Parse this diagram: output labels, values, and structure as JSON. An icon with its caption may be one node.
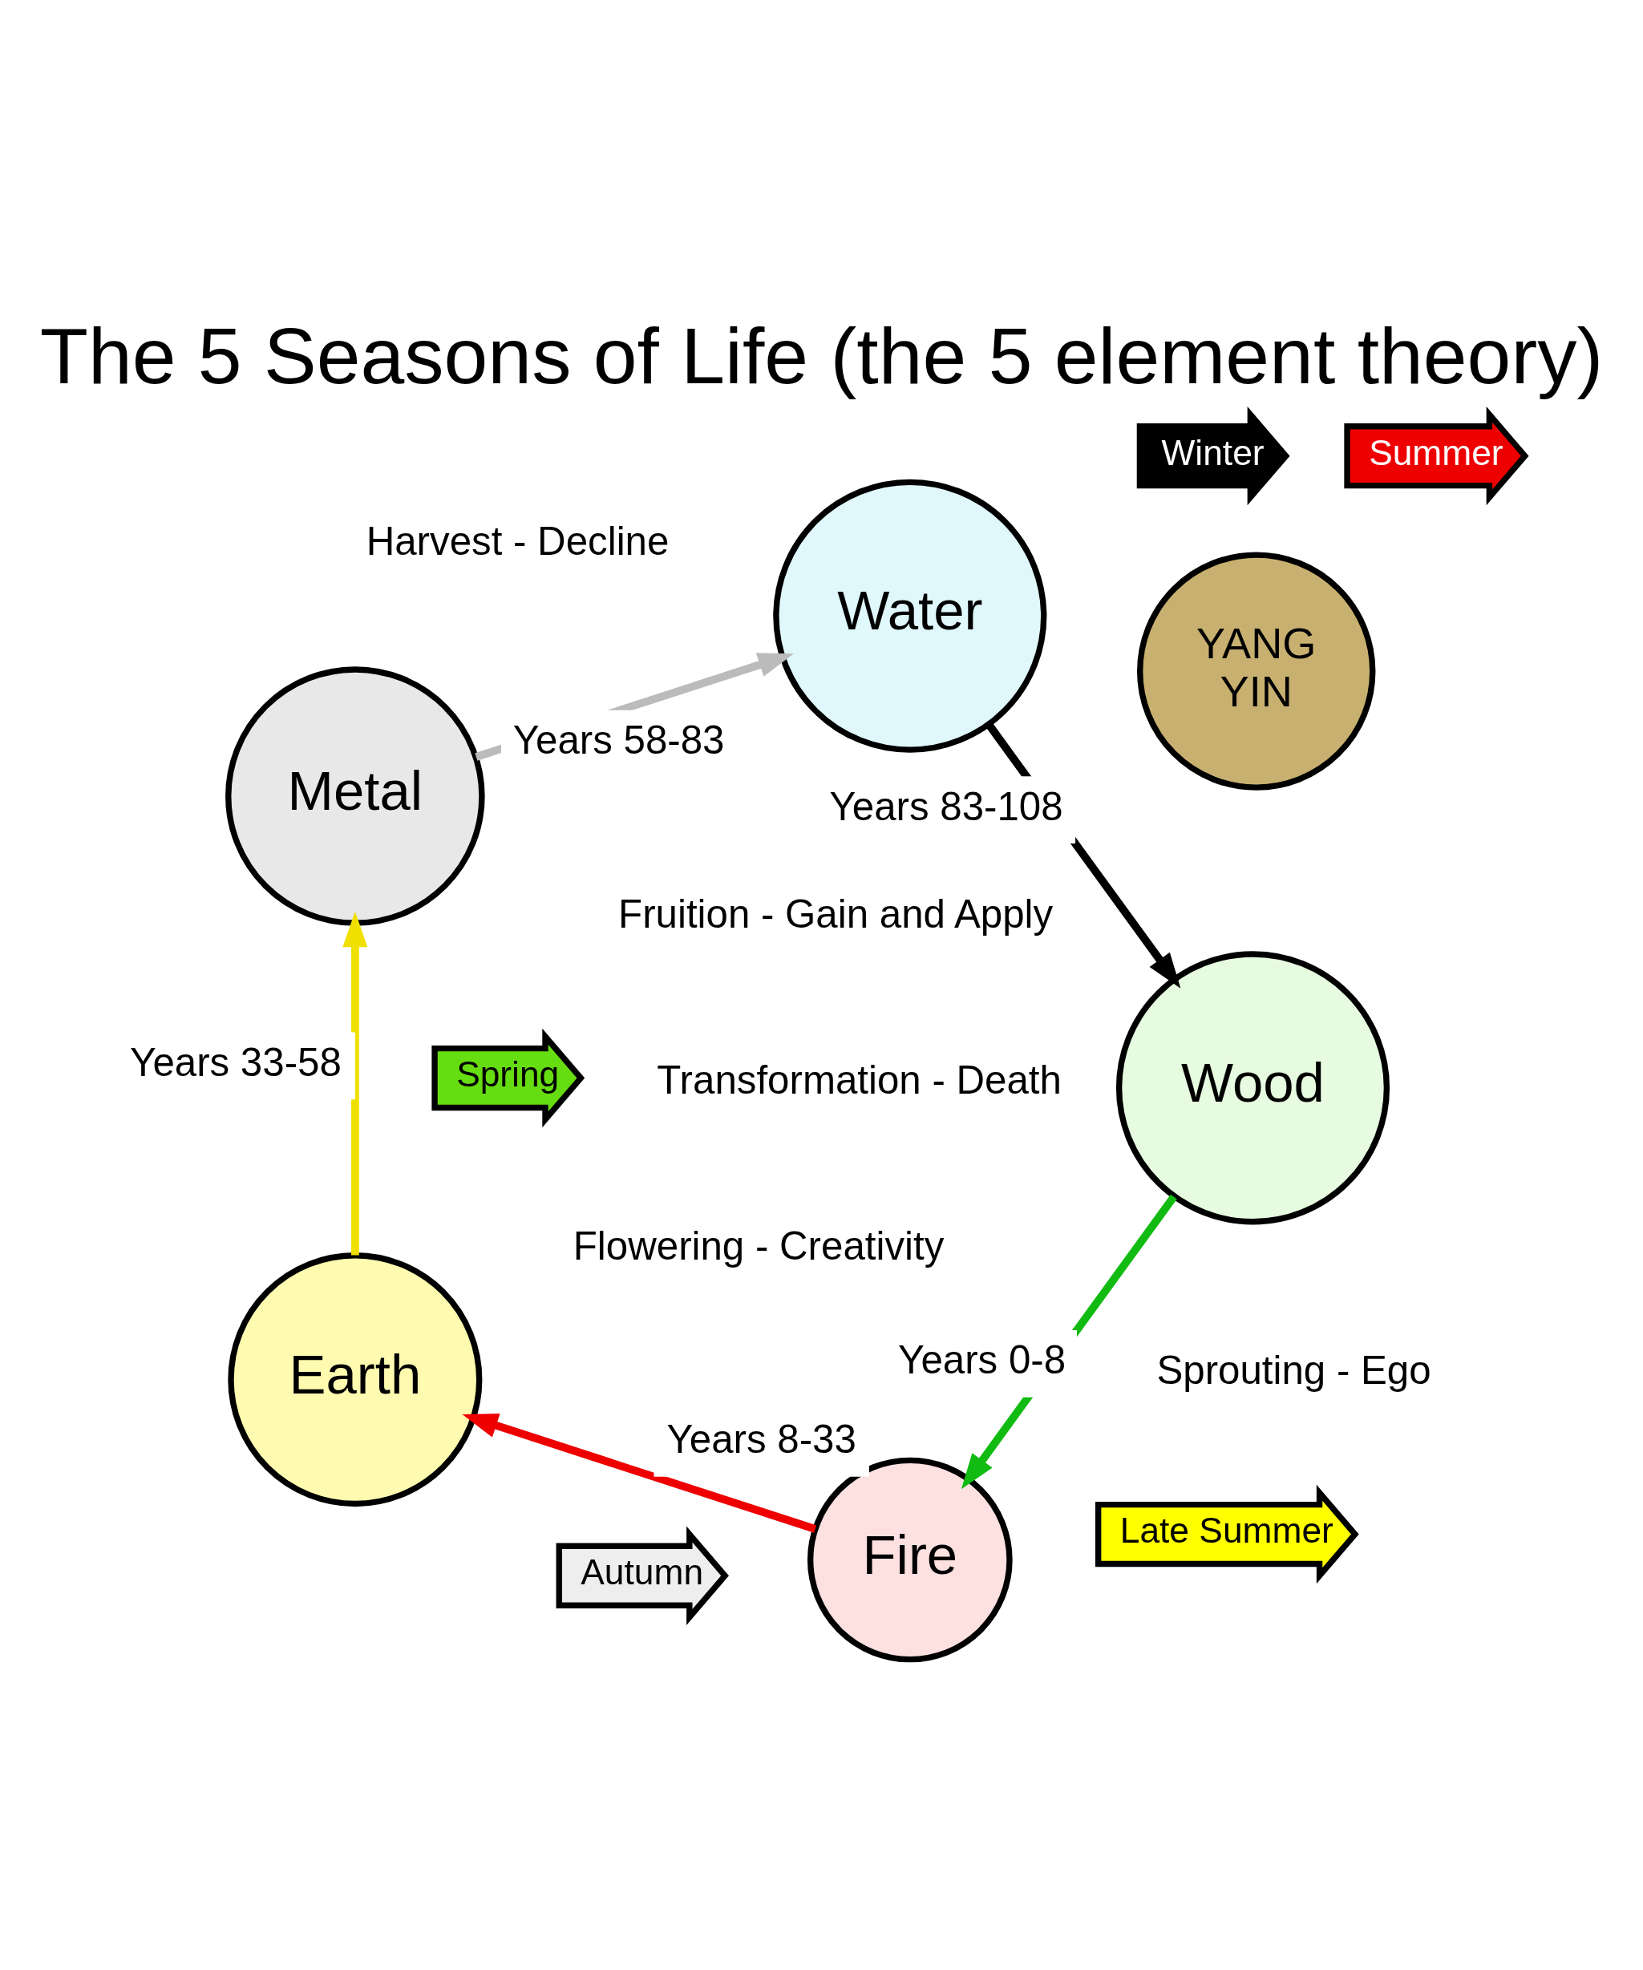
{
  "diagram": {
    "title": "The 5 Seasons of Life (the 5 element theory)",
    "nodes": [
      {
        "text": [
          "Fire"
        ]
      },
      {
        "text": [
          "Wood"
        ]
      },
      {
        "text": [
          "Earth"
        ]
      },
      {
        "text": [
          "Water"
        ]
      },
      {
        "text": [
          "Metal"
        ]
      },
      {
        "text": [
          "YANG",
          "YIN"
        ]
      },
      {
        "text": [
          "Summer"
        ]
      },
      {
        "text": [
          "Spring"
        ]
      },
      {
        "text": [
          "Late Summer"
        ]
      },
      {
        "text": [
          "Winter"
        ]
      },
      {
        "text": [
          "Autumn"
        ]
      }
    ],
    "edges": [
      {
        "from": 1,
        "to": 0,
        "arrow": "to",
        "label": "Years 0-8",
        "color": "#11bb11"
      },
      {
        "from": 0,
        "to": 2,
        "arrow": "to",
        "label": "Years 8-33",
        "color": "#ee0000"
      },
      {
        "from": 2,
        "to": 4,
        "arrow": "to",
        "label": "Years 33-58",
        "color": "#f0e000"
      },
      {
        "from": 4,
        "to": 3,
        "arrow": "to",
        "label": "Years 58-83",
        "color": "#bbbbbb"
      },
      {
        "from": 3,
        "to": 1,
        "arrow": "to",
        "label": "Years 83-108",
        "color": "#000000"
      }
    ],
    "labels": [
      "Flowering - Creativity",
      "Sprouting - Ego",
      "Fruition - Gain and Apply",
      "Harvest - Decline",
      "Transformation - Death"
    ]
  }
}
